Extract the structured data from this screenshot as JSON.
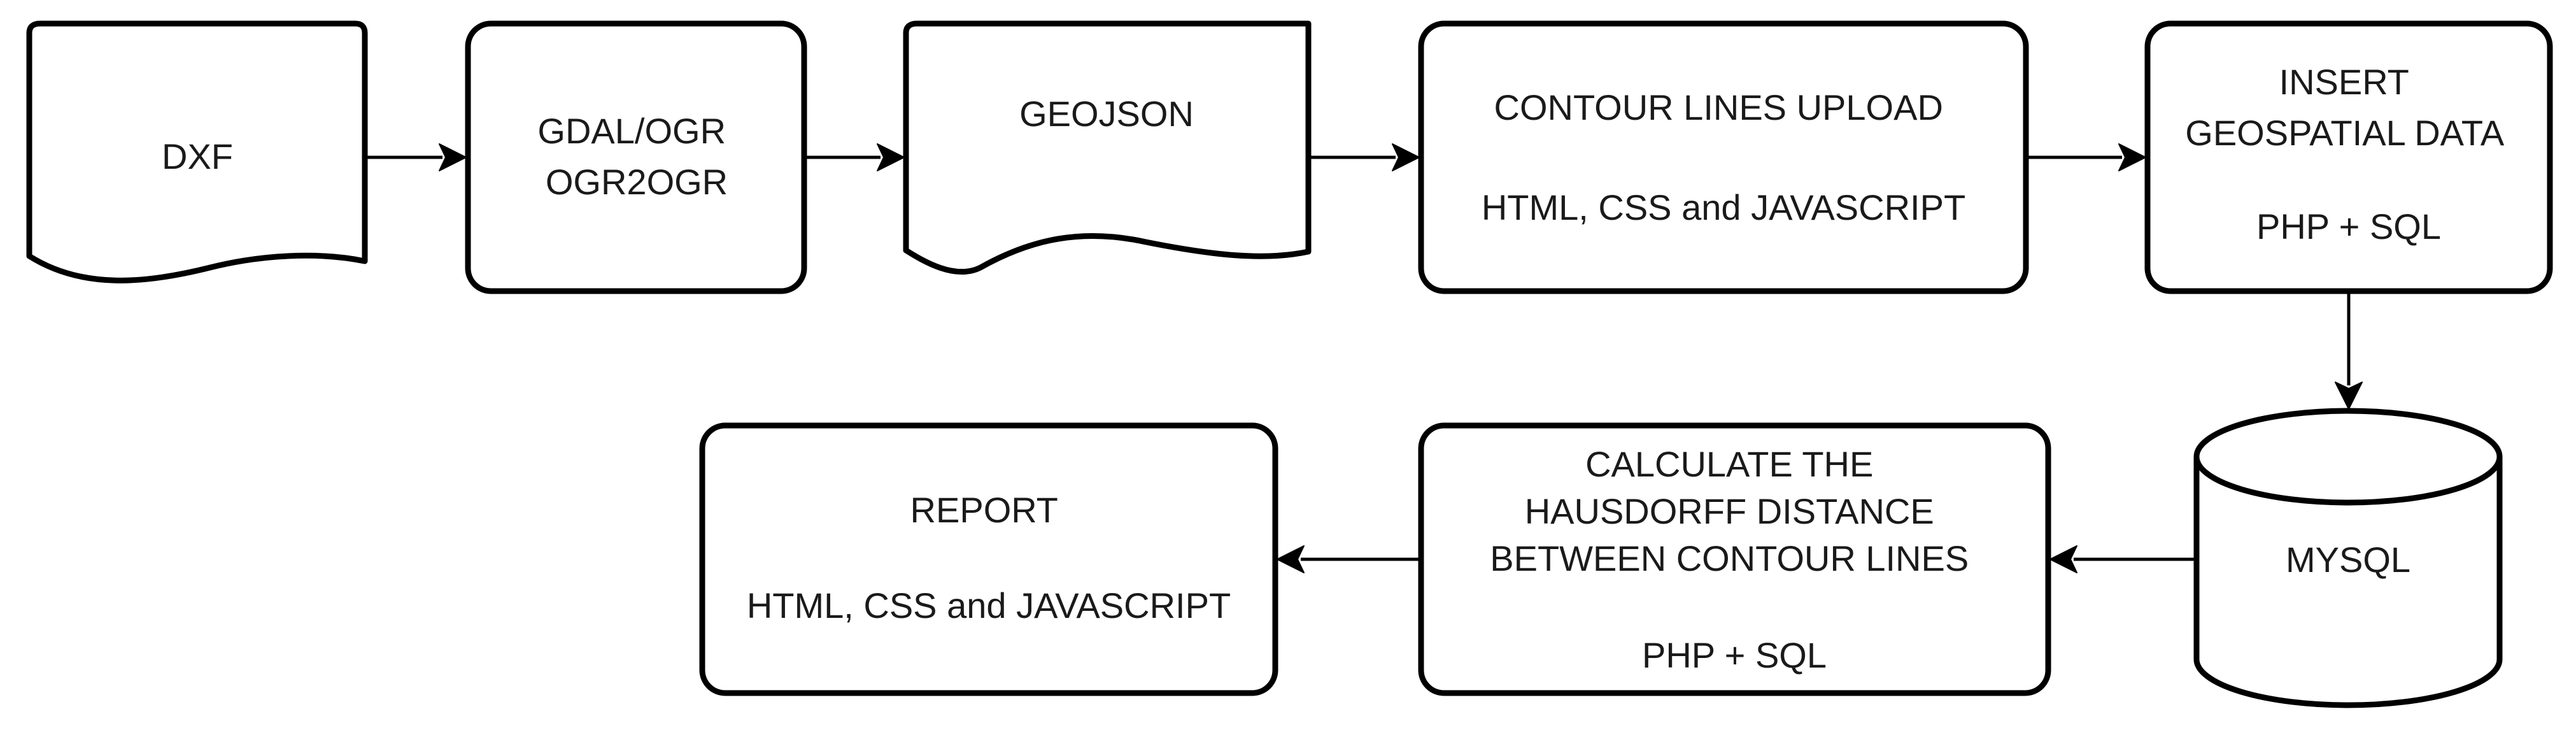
{
  "nodes": {
    "dxf": {
      "lines": [
        "DXF"
      ]
    },
    "gdal": {
      "lines": [
        "GDAL/OGR",
        "OGR2OGR"
      ]
    },
    "geojson": {
      "lines": [
        "GEOJSON"
      ]
    },
    "upload": {
      "lines": [
        "CONTOUR LINES UPLOAD",
        "",
        "HTML, CSS and JAVASCRIPT"
      ]
    },
    "insert": {
      "lines": [
        "INSERT",
        "GEOSPATIAL DATA",
        "",
        "PHP + SQL"
      ]
    },
    "mysql": {
      "lines": [
        "MYSQL"
      ]
    },
    "hausdorff": {
      "lines": [
        "CALCULATE THE",
        "HAUSDORFF DISTANCE",
        "BETWEEN CONTOUR LINES",
        "",
        "PHP + SQL"
      ]
    },
    "report": {
      "lines": [
        "REPORT",
        "",
        "HTML, CSS and JAVASCRIPT"
      ]
    }
  },
  "edges": [
    {
      "from": "dxf",
      "to": "gdal"
    },
    {
      "from": "gdal",
      "to": "geojson"
    },
    {
      "from": "geojson",
      "to": "upload"
    },
    {
      "from": "upload",
      "to": "insert"
    },
    {
      "from": "insert",
      "to": "mysql"
    },
    {
      "from": "mysql",
      "to": "hausdorff"
    },
    {
      "from": "hausdorff",
      "to": "report"
    }
  ]
}
